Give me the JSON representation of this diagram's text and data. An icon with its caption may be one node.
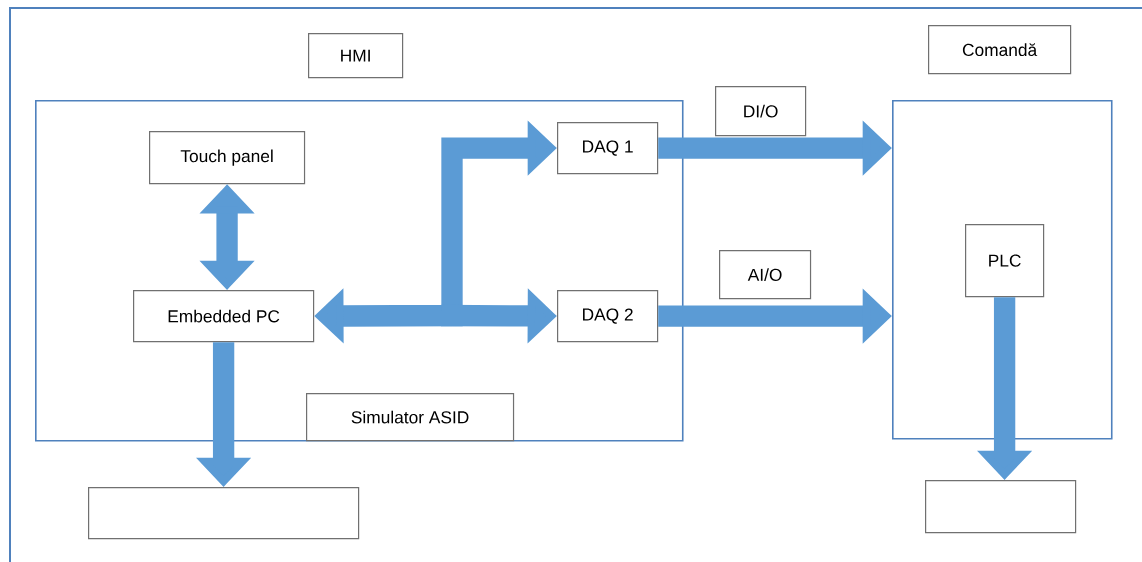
{
  "diagram": {
    "nodes": [
      {
        "text": [
          "HMI"
        ]
      },
      {
        "text": [
          "Comandă"
        ]
      },
      {
        "text": [],
        "shape": "box"
      },
      {
        "text": [
          "Touch panel"
        ],
        "in": 2
      },
      {
        "text": [
          "DAQ 1"
        ],
        "in": 2
      },
      {
        "text": [
          "DI/O"
        ]
      },
      {
        "text": [
          "Embedded PC"
        ],
        "in": 2
      },
      {
        "text": [
          "DAQ 2"
        ],
        "in": 2
      },
      {
        "text": [
          "AI/O"
        ]
      },
      {
        "text": [],
        "shape": "box"
      },
      {
        "text": [
          "PLC"
        ],
        "in": 9
      },
      {
        "text": [
          "Simulator ASID"
        ],
        "in": 2
      },
      {
        "text": [],
        "shape": "box"
      },
      {
        "text": [],
        "shape": "box"
      }
    ],
    "edges": [
      {
        "from": 3,
        "to": 6,
        "arrow": "both"
      },
      {
        "from": 6,
        "to": 4,
        "arrow": "both"
      },
      {
        "from": 6,
        "to": 7,
        "arrow": "both"
      },
      {
        "from": 4,
        "to": 9,
        "arrow": "to"
      },
      {
        "from": 7,
        "to": 9,
        "arrow": "to"
      },
      {
        "from": 6,
        "to": 12,
        "arrow": "to"
      },
      {
        "from": 10,
        "to": 13,
        "arrow": "to"
      }
    ]
  }
}
